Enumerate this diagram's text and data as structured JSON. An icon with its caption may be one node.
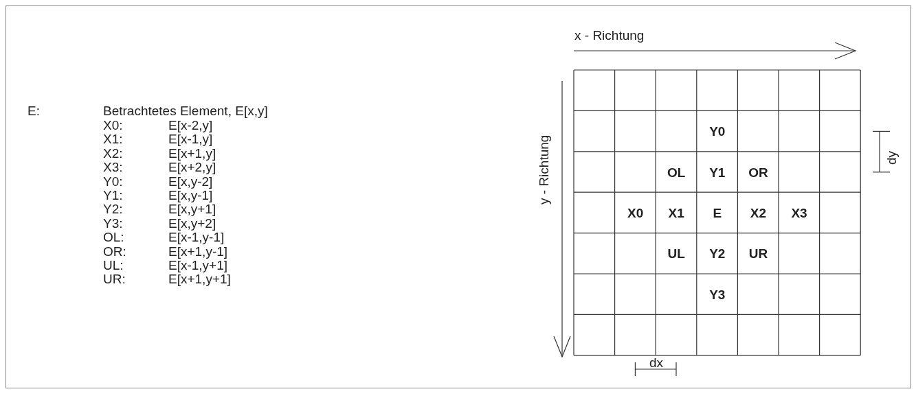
{
  "diagram": {
    "labels": [
      "E:",
      "Betrachtetes Element, E[x,y]",
      "X0:",
      "E[x-2,y]",
      "X1:",
      "E[x-1,y]",
      "X2:",
      "E[x+1,y]",
      "X3:",
      "E[x+2,y]",
      "Y0:",
      "E[x,y-2]",
      "Y1:",
      "E[x,y-1]",
      "Y2:",
      "E[x,y+1]",
      "Y3:",
      "E[x,y+2]",
      "OL:",
      "E[x-1,y-1]",
      "OR:",
      "E[x+1,y-1]",
      "UL:",
      "E[x-1,y+1]",
      "UR:",
      "E[x+1,y+1]",
      "x - Richtung",
      "y - Richtung",
      "Y0",
      "OL",
      "Y1",
      "OR",
      "X0",
      "X1",
      "E",
      "X2",
      "X3",
      "UL",
      "Y2",
      "UR",
      "Y3",
      "dy",
      "dx"
    ]
  }
}
